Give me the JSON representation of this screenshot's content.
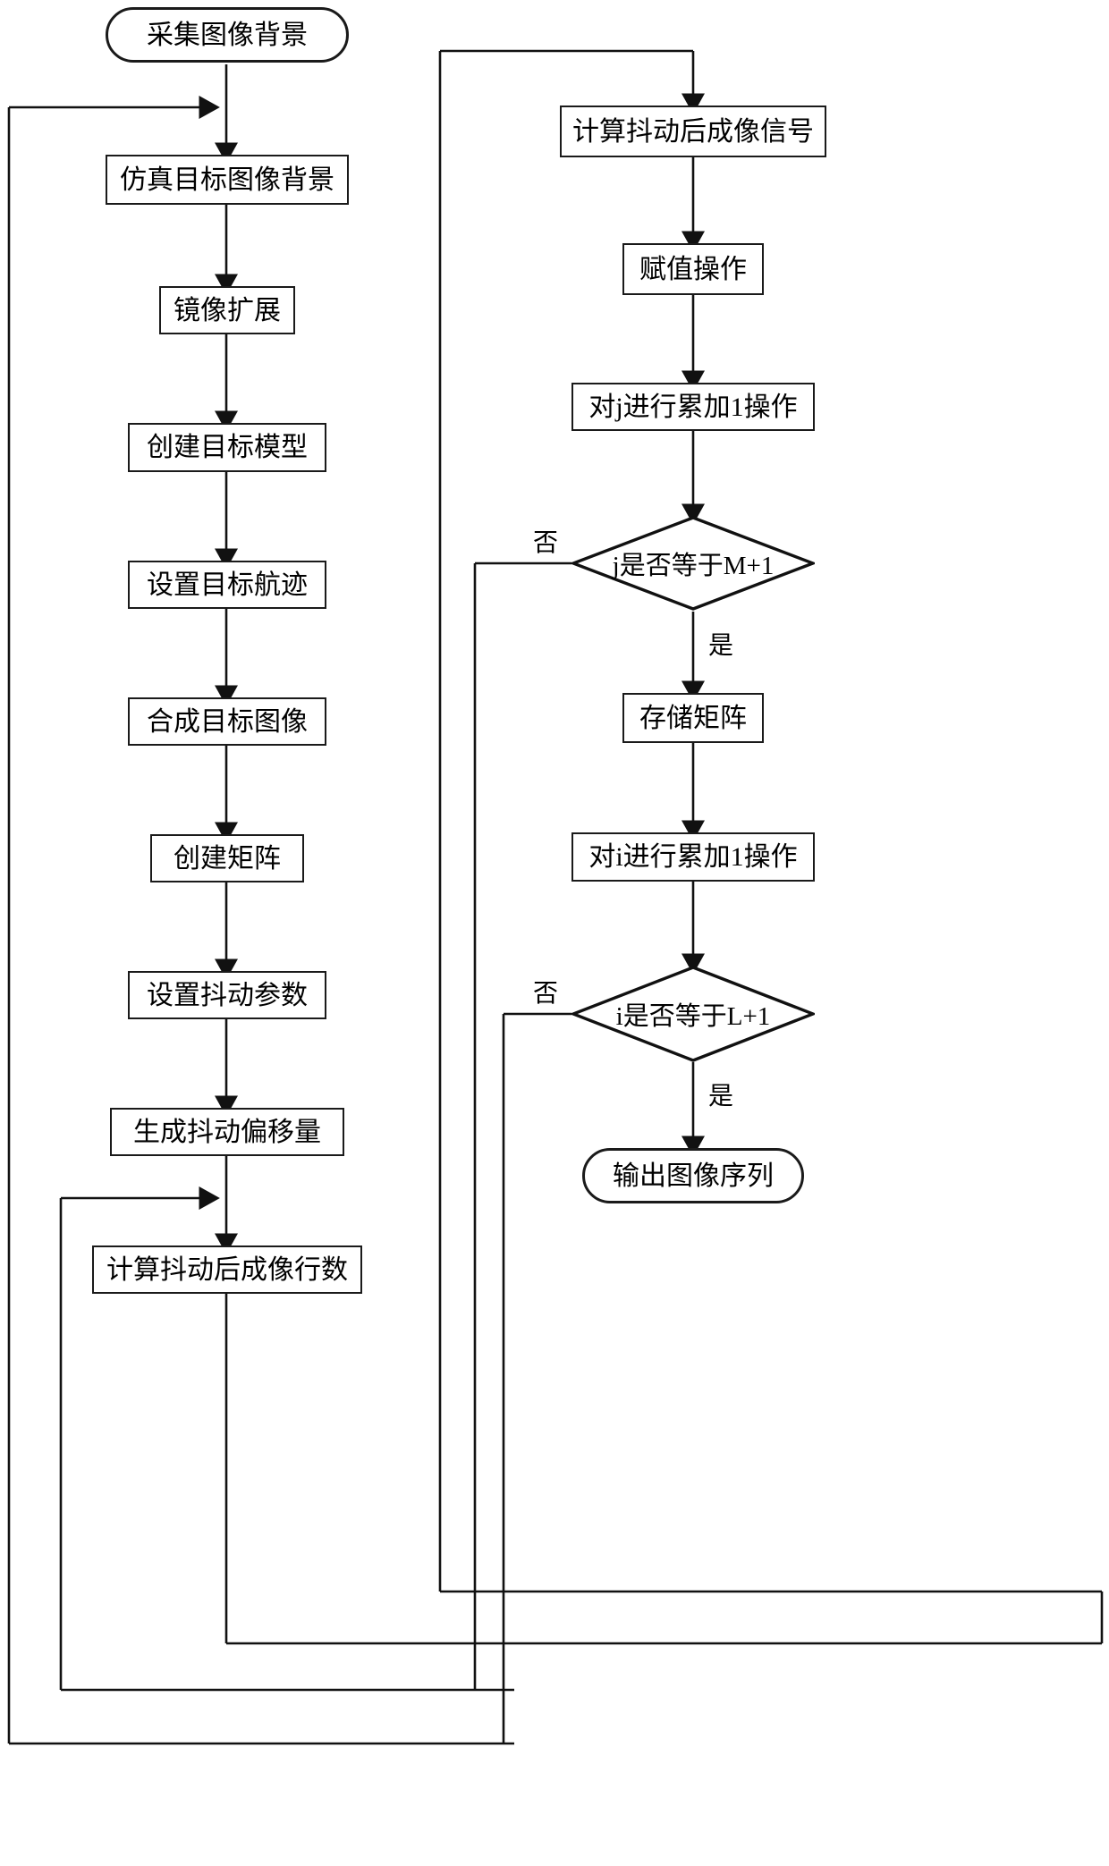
{
  "diagram": {
    "type": "flowchart",
    "language": "zh-CN",
    "orientation": "two-column",
    "colors": {
      "stroke": "#1a1a1a",
      "text": "#000000",
      "background": "#ffffff"
    }
  },
  "left_column": {
    "start": {
      "label": "采集图像背景",
      "shape": "terminator"
    },
    "steps": [
      {
        "label": "仿真目标图像背景",
        "shape": "process"
      },
      {
        "label": "镜像扩展",
        "shape": "process"
      },
      {
        "label": "创建目标模型",
        "shape": "process"
      },
      {
        "label": "设置目标航迹",
        "shape": "process"
      },
      {
        "label": "合成目标图像",
        "shape": "process"
      },
      {
        "label": "创建矩阵",
        "shape": "process"
      },
      {
        "label": "设置抖动参数",
        "shape": "process"
      },
      {
        "label": "生成抖动偏移量",
        "shape": "process"
      },
      {
        "label": "计算抖动后成像行数",
        "shape": "process"
      }
    ]
  },
  "right_column": {
    "steps": [
      {
        "label": "计算抖动后成像信号",
        "shape": "process"
      },
      {
        "label": "赋值操作",
        "shape": "process"
      },
      {
        "label": "对j进行累加1操作",
        "shape": "process"
      }
    ],
    "decision_j": {
      "label": "j是否等于M+1",
      "shape": "decision",
      "no_label": "否",
      "yes_label": "是"
    },
    "store": {
      "label": "存储矩阵",
      "shape": "process"
    },
    "increment_i": {
      "label": "对i进行累加1操作",
      "shape": "process"
    },
    "decision_i": {
      "label": "i是否等于L+1",
      "shape": "decision",
      "no_label": "否",
      "yes_label": "是"
    },
    "end": {
      "label": "输出图像序列",
      "shape": "terminator"
    }
  },
  "edge_labels": {
    "j_no": "否",
    "j_yes": "是",
    "i_no": "否",
    "i_yes": "是"
  }
}
